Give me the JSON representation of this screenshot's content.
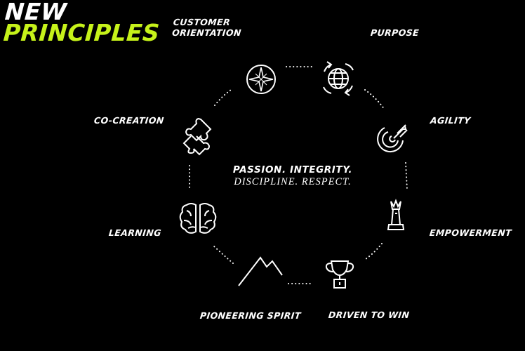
{
  "title": {
    "line1": "NEW",
    "line2": "PRINCIPLES"
  },
  "center": {
    "line1": "PASSION. INTEGRITY.",
    "line2": "DISCIPLINE. RESPECT."
  },
  "principles": [
    {
      "label_line1": "CUSTOMER",
      "label_line2": "ORIENTATION",
      "icon": "compass-icon"
    },
    {
      "label": "PURPOSE",
      "icon": "globe-refresh-icon"
    },
    {
      "label": "AGILITY",
      "icon": "target-arrows-icon"
    },
    {
      "label": "EMPOWERMENT",
      "icon": "chess-queen-icon"
    },
    {
      "label": "DRIVEN TO WIN",
      "icon": "trophy-icon"
    },
    {
      "label": "PIONEERING SPIRIT",
      "icon": "mountain-icon"
    },
    {
      "label": "LEARNING",
      "icon": "brain-icon"
    },
    {
      "label": "CO-CREATION",
      "icon": "puzzle-icon"
    }
  ],
  "colors": {
    "background": "#000000",
    "accent": "#c6f21a",
    "text": "#ffffff"
  }
}
